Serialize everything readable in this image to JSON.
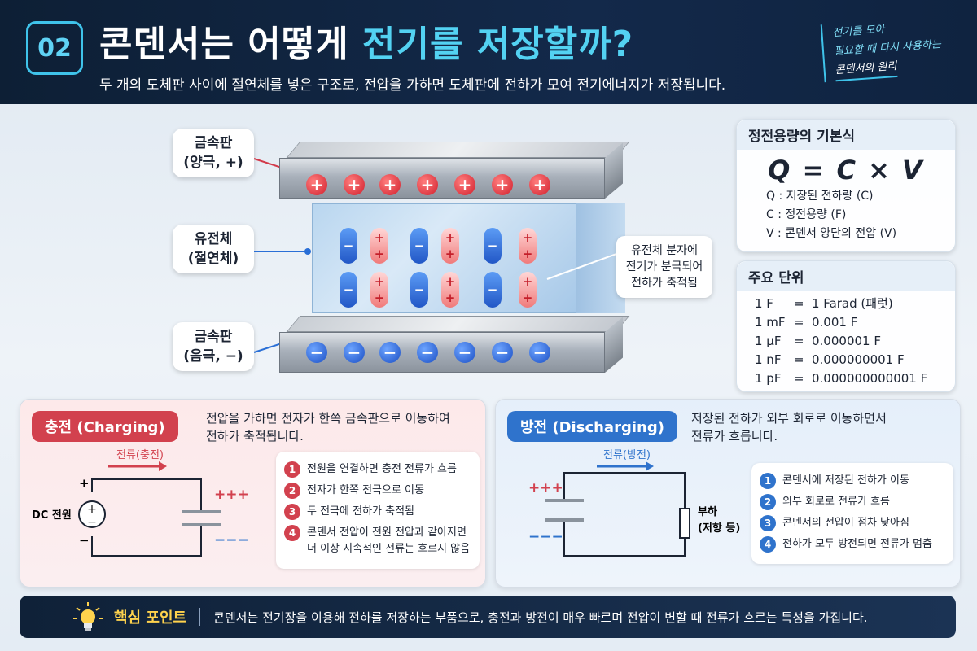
{
  "header": {
    "badge": "02",
    "title_main": "콘덴서는 어떻게 ",
    "title_highlight": "전기를 저장할까?",
    "subtitle": "두 개의 도체판 사이에 절연체를 넣은 구조로, 전압을 가하면 도체판에 전하가 모여 전기에너지가 저장됩니다.",
    "side_note": [
      "전기를 모아",
      "필요할 때 다시 사용하는",
      "콘덴서의 원리"
    ]
  },
  "labels": {
    "top_plate": [
      "금속판",
      "(양극, +)"
    ],
    "dielectric": [
      "유전체",
      "(절연체)"
    ],
    "bottom_plate": [
      "금속판",
      "(음극, −)"
    ],
    "callout": [
      "유전체 분자에",
      "전기가 분극되어",
      "전하가 축적됨"
    ]
  },
  "formula_card": {
    "title": "정전용량의 기본식",
    "formula": "Q = C × V",
    "defs": [
      "Q : 저장된 전하량 (C)",
      "C : 정전용량 (F)",
      "V : 콘덴서 양단의 전압 (V)"
    ]
  },
  "units_card": {
    "title": "주요 단위",
    "rows": [
      {
        "unit": "1 F",
        "eq": "=",
        "value": "1 Farad (패럿)"
      },
      {
        "unit": "1 mF",
        "eq": "=",
        "value": "0.001 F"
      },
      {
        "unit": "1 μF",
        "eq": "=",
        "value": "0.000001 F"
      },
      {
        "unit": "1 nF",
        "eq": "=",
        "value": "0.000000001 F"
      },
      {
        "unit": "1 pF",
        "eq": "=",
        "value": "0.000000000001 F"
      }
    ]
  },
  "charging": {
    "title": "충전 (Charging)",
    "desc": [
      "전압을 가하면 전자가 한쪽 금속판으로 이동하여",
      "전하가 축적됩니다."
    ],
    "current_label": "전류(충전)",
    "source_label": "DC 전원",
    "plus": "+",
    "minus": "−",
    "source_symbol_plus": "+",
    "source_symbol_minus": "−",
    "plate_pos": "+++",
    "plate_neg": "−−−",
    "steps": [
      {
        "n": "1",
        "lines": [
          "전원을 연결하면 충전 전류가 흐름"
        ]
      },
      {
        "n": "2",
        "lines": [
          "전자가 한쪽 전극으로 이동"
        ]
      },
      {
        "n": "3",
        "lines": [
          "두 전극에 전하가 축적됨"
        ]
      },
      {
        "n": "4",
        "lines": [
          "콘덴서 전압이 전원 전압과 같아지면",
          "더 이상 지속적인 전류는 흐르지 않음"
        ]
      }
    ]
  },
  "discharging": {
    "title": "방전 (Discharging)",
    "desc": [
      "저장된 전하가 외부 회로로 이동하면서",
      "전류가 흐릅니다."
    ],
    "current_label": "전류(방전)",
    "load_label": [
      "부하",
      "(저항 등)"
    ],
    "plate_pos": "+++",
    "plate_neg": "−−−",
    "steps": [
      {
        "n": "1",
        "lines": [
          "콘덴서에 저장된 전하가 이동"
        ]
      },
      {
        "n": "2",
        "lines": [
          "외부 회로로 전류가 흐름"
        ]
      },
      {
        "n": "3",
        "lines": [
          "콘덴서의 전압이 점차 낮아짐"
        ]
      },
      {
        "n": "4",
        "lines": [
          "전하가 모두 방전되면 전류가 멈춤"
        ]
      }
    ]
  },
  "keypoint": {
    "icon": "lightbulb-icon",
    "title": "핵심 포인트",
    "text": "콘덴서는 전기장을 이용해 전하를 저장하는 부품으로, 충전과 방전이 매우 빠르며 전압이 변할 때 전류가 흐르는 특성을 가집니다."
  },
  "colors": {
    "accent": "#53d2f2",
    "positive": "#d2414e",
    "negative": "#2f73cc",
    "header_bg": "#13294a",
    "key_title": "#ffd34d"
  }
}
